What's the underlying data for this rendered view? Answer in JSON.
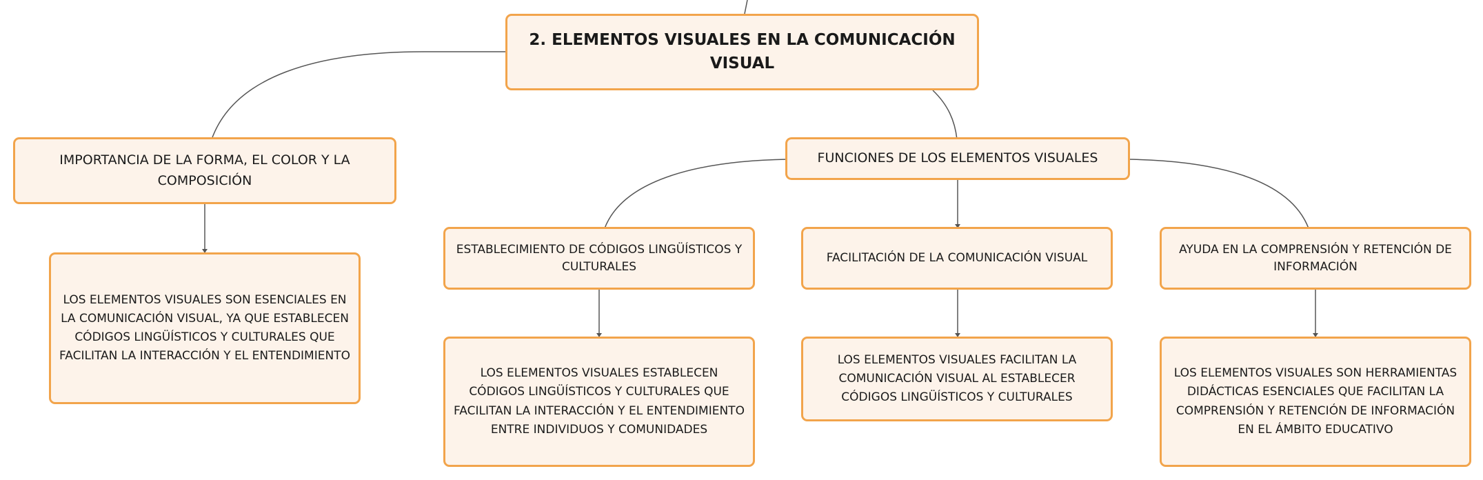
{
  "colors": {
    "border": "#f2a44b",
    "fill": "#fdf3ea",
    "line": "#555555"
  },
  "root": {
    "label": "2. ELEMENTOS VISUALES EN LA COMUNICACIÓN VISUAL"
  },
  "importancia": {
    "label": "IMPORTANCIA DE LA FORMA, EL COLOR Y LA COMPOSICIÓN",
    "detail": "LOS ELEMENTOS VISUALES SON ESENCIALES EN LA COMUNICACIÓN VISUAL, YA QUE ESTABLECEN CÓDIGOS LINGÜÍSTICOS Y CULTURALES QUE FACILITAN LA INTERACCIÓN Y EL ENTENDIMIENTO"
  },
  "funciones": {
    "label": "FUNCIONES DE LOS ELEMENTOS VISUALES",
    "items": [
      {
        "label": "ESTABLECIMIENTO DE CÓDIGOS LINGÜÍSTICOS Y CULTURALES",
        "detail": "LOS ELEMENTOS VISUALES ESTABLECEN CÓDIGOS LINGÜÍSTICOS Y CULTURALES QUE FACILITAN LA INTERACCIÓN Y EL ENTENDIMIENTO ENTRE INDIVIDUOS Y COMUNIDADES"
      },
      {
        "label": "FACILITACIÓN DE LA COMUNICACIÓN VISUAL",
        "detail": "LOS ELEMENTOS VISUALES FACILITAN LA COMUNICACIÓN VISUAL AL ESTABLECER CÓDIGOS LINGÜÍSTICOS Y CULTURALES"
      },
      {
        "label": "AYUDA EN LA COMPRENSIÓN Y RETENCIÓN DE INFORMACIÓN",
        "detail": "LOS ELEMENTOS VISUALES SON HERRAMIENTAS DIDÁCTICAS ESENCIALES QUE FACILITAN LA COMPRENSIÓN Y RETENCIÓN DE INFORMACIÓN EN EL ÁMBITO EDUCATIVO"
      }
    ]
  }
}
